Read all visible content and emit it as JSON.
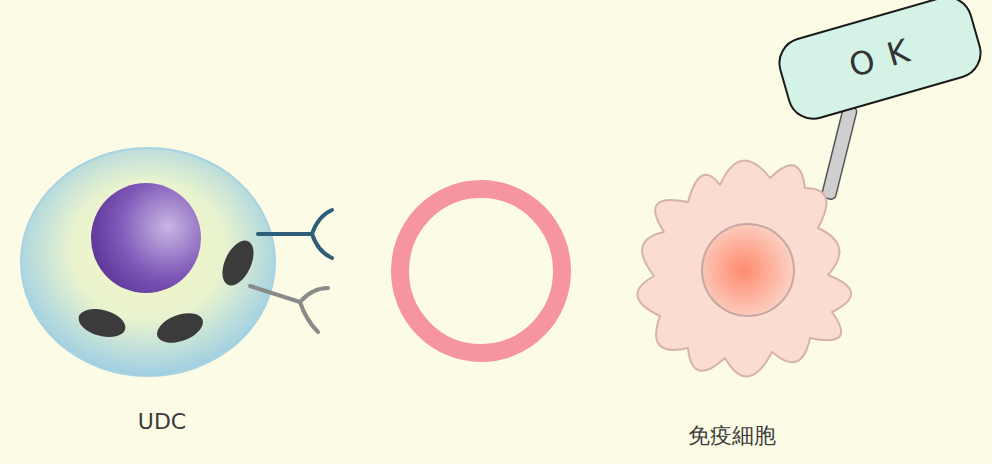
{
  "diagram": {
    "nodes": [
      {
        "text": [
          "O K"
        ]
      }
    ],
    "labels": [
      "UDC",
      "免疫細胞"
    ]
  }
}
